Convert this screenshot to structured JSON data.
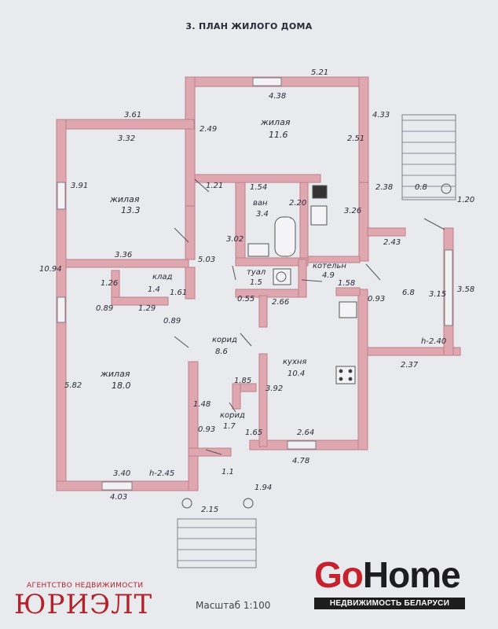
{
  "title": "3. ПЛАН ЖИЛОГО ДОМА",
  "scale": "Масштаб 1:100",
  "agency": {
    "line1": "АГЕНТСТВО НЕДВИЖИМОСТИ",
    "line2": "ЮРИЭЛТ"
  },
  "gohome": {
    "go": "Go",
    "home": "Home",
    "tagline": "НЕДВИЖИМОСТЬ БЕЛАРУСИ"
  },
  "colors": {
    "wall": "#dfa7af",
    "wall_stroke": "#bf7f8a",
    "background": "#e9eaee",
    "brand_red": "#c6212c",
    "brand_dark": "#1d1d1f"
  },
  "rooms": {
    "living_top": {
      "name": "жилая",
      "area": "11.6"
    },
    "living_left": {
      "name": "жилая",
      "area": "13.3"
    },
    "living_bottom": {
      "name": "жилая",
      "area": "18.0"
    },
    "bath": {
      "name": "ван",
      "area": "3.4"
    },
    "wc": {
      "name": "туал",
      "area": "1.5"
    },
    "boiler": {
      "name": "котельн",
      "area": "4.9"
    },
    "closet": {
      "name": "клад",
      "area": "1.4"
    },
    "corridor": {
      "name": "корид",
      "area": "8.6"
    },
    "corridor_small": {
      "name": "корид",
      "area": "1.7"
    },
    "kitchen": {
      "name": "кухня",
      "area": "10.4"
    },
    "veranda": {
      "area": "6.8"
    },
    "porch": {
      "area": "0.8"
    },
    "entry": {
      "area": "1.1"
    }
  },
  "dims": {
    "d1": "5.21",
    "d2": "4.38",
    "d3": "3.61",
    "d4": "3.32",
    "d5": "2.49",
    "d6": "2.51",
    "d7": "4.33",
    "d8": "3.91",
    "d9": "1.21",
    "d10": "1.54",
    "d11": "2.20",
    "d12": "3.02",
    "d13": "3.26",
    "d14": "2.38",
    "d15": "1.20",
    "d16": "3.36",
    "d17": "5.03",
    "d18": "10.94",
    "d19": "2.43",
    "d20": "1.26",
    "d21": "1.61",
    "d22": "1.58",
    "d23": "0.93",
    "d24": "3.58",
    "d25": "3.15",
    "d26": "0.89",
    "d27": "1.29",
    "d28": "0.89",
    "d29": "0.55",
    "d30": "2.66",
    "d31": "2.37",
    "d32": "h-2.40",
    "d33": "5.82",
    "d34": "1.85",
    "d35": "3.92",
    "d36": "1.48",
    "d37": "0.93",
    "d38": "1.65",
    "d39": "2.64",
    "d40": "4.78",
    "d41": "3.40",
    "d42": "h-2.45",
    "d43": "4.03",
    "d44": "2.15",
    "d45": "1.94"
  }
}
